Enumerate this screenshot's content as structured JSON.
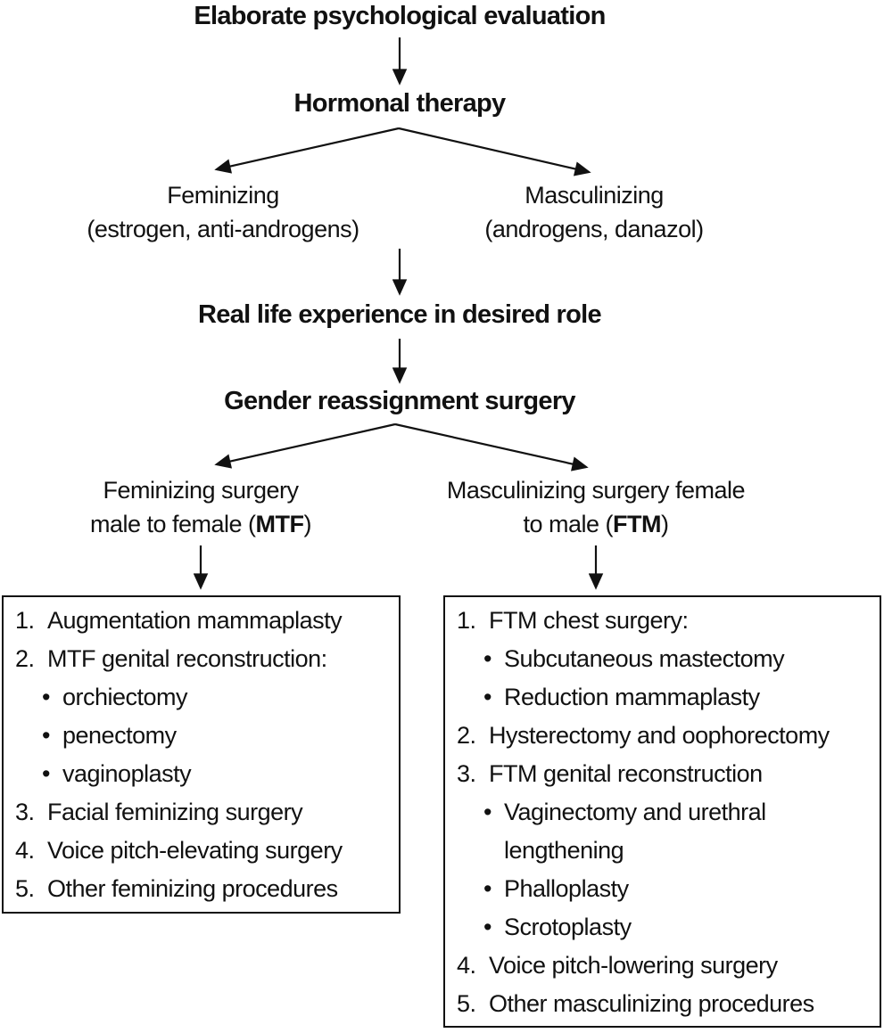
{
  "bullet_char": "•",
  "colors": {
    "text": "#111111",
    "line": "#111111",
    "background": "#ffffff"
  },
  "flowchart": {
    "evaluation": "Elaborate psychological evaluation",
    "hormonal_therapy": "Hormonal therapy",
    "feminizing_hormonal": {
      "line1": "Feminizing",
      "line2": "(estrogen, anti-androgens)"
    },
    "masculinizing_hormonal": {
      "line1": "Masculinizing",
      "line2": "(androgens, danazol)"
    },
    "real_life": "Real life experience in desired role",
    "reassignment_surgery": "Gender reassignment surgery",
    "mtf_label": {
      "line1": "Feminizing surgery",
      "line2_pre": "male to female (",
      "line2_bold": "MTF",
      "line2_post": ")"
    },
    "ftm_label": {
      "line1": "Masculinizing surgery female",
      "line2_pre": "to male (",
      "line2_bold": "FTM",
      "line2_post": ")"
    },
    "mtf_box": {
      "items": [
        {
          "num": "1.",
          "text": "Augmentation mammaplasty"
        },
        {
          "num": "2.",
          "text": "MTF genital reconstruction:",
          "subs": [
            "orchiectomy",
            "penectomy",
            "vaginoplasty"
          ]
        },
        {
          "num": "3.",
          "text": "Facial feminizing surgery"
        },
        {
          "num": "4.",
          "text": "Voice pitch-elevating surgery"
        },
        {
          "num": "5.",
          "text": "Other feminizing procedures"
        }
      ]
    },
    "ftm_box": {
      "items": [
        {
          "num": "1.",
          "text": "FTM chest surgery:",
          "subs": [
            "Subcutaneous mastectomy",
            "Reduction mammaplasty"
          ]
        },
        {
          "num": "2.",
          "text": "Hysterectomy and oophorectomy"
        },
        {
          "num": "3.",
          "text": "FTM genital reconstruction",
          "subs": [
            "Vaginectomy and urethral lengthening",
            "Phalloplasty",
            "Scrotoplasty"
          ]
        },
        {
          "num": "4.",
          "text": "Voice pitch-lowering surgery"
        },
        {
          "num": "5.",
          "text": "Other masculinizing procedures"
        }
      ]
    }
  }
}
